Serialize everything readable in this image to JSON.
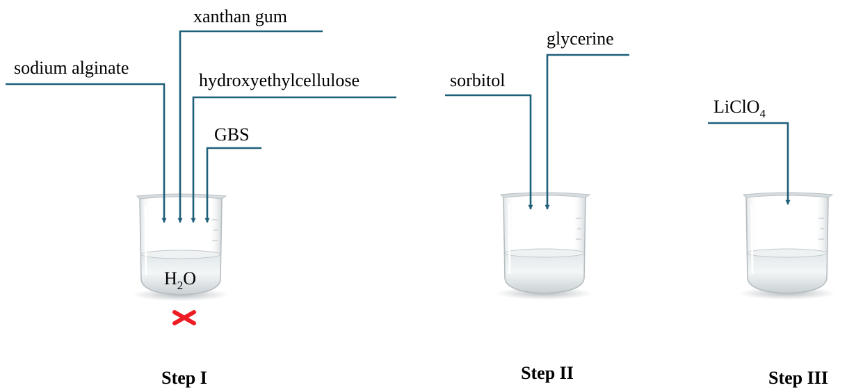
{
  "steps": {
    "step1": {
      "title": "Step I",
      "reagents": [
        "sodium alginate",
        "xanthan gum",
        "hydroxyethylcellulose",
        "GBS"
      ],
      "solvent": {
        "base": "H",
        "sub": "2",
        "tail": "O"
      }
    },
    "step2": {
      "title": "Step II",
      "reagents": [
        "sorbitol",
        "glycerine"
      ]
    },
    "step3": {
      "title": "Step III",
      "reagent": {
        "base": "LiClO",
        "sub": "4"
      }
    }
  },
  "colors": {
    "arrow": "#1e5f7a",
    "cross": "#ee1c24",
    "liquid": "#e4e9eb"
  },
  "icons": {
    "beaker": "beaker-icon",
    "cross": "cross-mark-icon"
  }
}
